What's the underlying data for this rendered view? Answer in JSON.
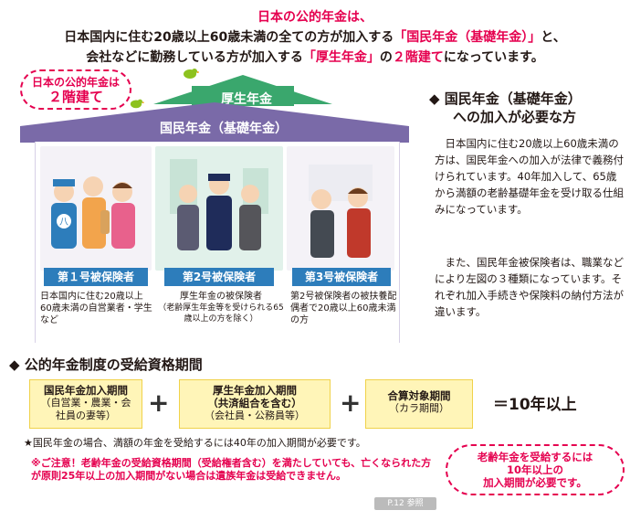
{
  "intro": {
    "line1": "日本の公的年金は、",
    "line2_a": "日本国内に住む20歳以上60歳未満の全ての方が加入する",
    "line2_b": "「国民年金（基礎年金）」",
    "line2_c": "と、",
    "line3_a": "会社などに勤務している方が加入する",
    "line3_b": "「厚生年金」",
    "line3_c": "の",
    "line3_d": "２階建て",
    "line3_e": "になっています。"
  },
  "callout": {
    "line1": "日本の公的年金は",
    "line2": "２階建て"
  },
  "house": {
    "upper": "厚生年金",
    "lower": "国民年金（基礎年金）"
  },
  "groups": [
    {
      "badge": "第１号被保険者",
      "desc": "日本国内に住む20歳以上60歳未満の自営業者・学生など"
    },
    {
      "badge": "第2号被保険者",
      "desc1": "厚生年金の被保険者",
      "desc2": "（老齢厚生年金等を受けられる65歳以上の方を除く）"
    },
    {
      "badge": "第3号被保険者",
      "desc": "第2号被保険者の被扶養配偶者で20歳以上60歳未満の方"
    }
  ],
  "right": {
    "heading1": "◆ 国民年金（基礎年金）",
    "heading2": "への加入が必要な方",
    "para1": "日本国内に住む20歳以上60歳未満の方は、国民年金への加入が法律で義務付けられています。40年加入して、65歳から満額の老齢基礎年金を受け取る仕組みになっています。",
    "para2": "また、国民年金被保険者は、職業などにより左図の３種類になっています。それぞれ加入手続きや保険料の納付方法が違います。"
  },
  "period": {
    "title": "◆ 公的年金制度の受給資格期間",
    "box1_title": "国民年金加入期間",
    "box1_sub": "（自営業・農業・会社員の妻等）",
    "box2_title": "厚生年金加入期間",
    "box2_title2": "（共済組合を含む）",
    "box2_sub": "（会社員・公務員等）",
    "box3_title": "合算対象期間",
    "box3_sub": "（カラ期間）",
    "plus": "+",
    "result": "＝10年以上",
    "note1": "★国民年金の場合、満額の年金を受給するには40年の加入期間が必要です。",
    "note2": "※ご注意！老齢年金の受給資格期間（受給権者含む）を満たしていても、亡くなられた方が原則25年以上の加入期間がない場合は遺族年金は受給できません。",
    "ref": "P.12 参照",
    "callout_l1": "老齢年金を受給するには",
    "callout_l2": "10年以上の",
    "callout_l3": "加入期間が必要です。"
  },
  "colors": {
    "accent_red": "#e5004f",
    "roof_green": "#3aa76d",
    "roof_purple": "#7a6aa8",
    "badge_blue": "#2d7dbb",
    "box_yellow": "#fff5b8"
  }
}
